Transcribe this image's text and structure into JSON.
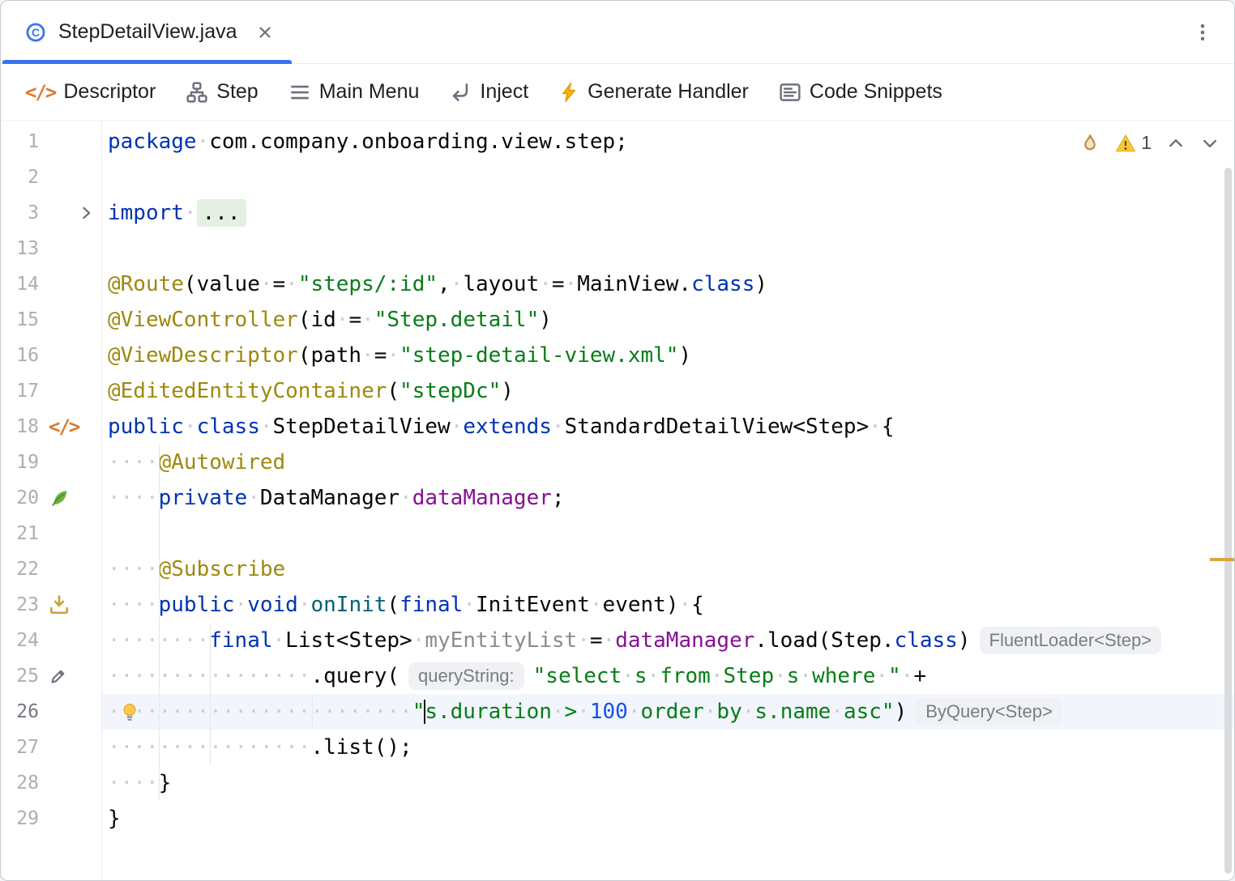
{
  "colors": {
    "accent": "#3574F0",
    "warning_stripe": "#D9A53F",
    "caret_line": "#F2F6FC"
  },
  "tab_bar": {
    "tab": {
      "icon": "java-class",
      "title": "StepDetailView.java",
      "close_icon": "close"
    },
    "more_icon": "kebab-menu"
  },
  "toolbar": {
    "items": [
      {
        "icon": "descriptor",
        "label": "Descriptor"
      },
      {
        "icon": "hierarchy",
        "label": "Step"
      },
      {
        "icon": "menu",
        "label": "Main Menu"
      },
      {
        "icon": "inject",
        "label": "Inject"
      },
      {
        "icon": "bolt",
        "label": "Generate Handler"
      },
      {
        "icon": "snippets",
        "label": "Code Snippets"
      }
    ]
  },
  "editor": {
    "controls": {
      "flame_icon": "flame",
      "warning_icon": "warning",
      "warning_count": "1",
      "prev_icon": "chevron-up",
      "next_icon": "chevron-down"
    },
    "lines": [
      {
        "n": "1",
        "seg": [
          [
            "k",
            "package"
          ],
          [
            "d",
            " com.company.onboarding.view.step;"
          ]
        ]
      },
      {
        "n": "2",
        "seg": []
      },
      {
        "n": "3",
        "g": "fold",
        "seg": [
          [
            "k",
            "import"
          ],
          [
            "d",
            " "
          ],
          [
            "fold",
            "..."
          ]
        ]
      },
      {
        "n": "13",
        "seg": []
      },
      {
        "n": "14",
        "seg": [
          [
            "a",
            "@Route"
          ],
          [
            "d",
            "(value = "
          ],
          [
            "s",
            "\"steps/:id\""
          ],
          [
            "d",
            ", layout = MainView."
          ],
          [
            "k",
            "class"
          ],
          [
            "d",
            ")"
          ]
        ]
      },
      {
        "n": "15",
        "seg": [
          [
            "a",
            "@ViewController"
          ],
          [
            "d",
            "(id = "
          ],
          [
            "s",
            "\"Step.detail\""
          ],
          [
            "d",
            ")"
          ]
        ]
      },
      {
        "n": "16",
        "seg": [
          [
            "a",
            "@ViewDescriptor"
          ],
          [
            "d",
            "(path = "
          ],
          [
            "s",
            "\"step-detail-view.xml\""
          ],
          [
            "d",
            ")"
          ]
        ]
      },
      {
        "n": "17",
        "seg": [
          [
            "a",
            "@EditedEntityContainer"
          ],
          [
            "d",
            "("
          ],
          [
            "s",
            "\"stepDc\""
          ],
          [
            "d",
            ")"
          ]
        ]
      },
      {
        "n": "18",
        "g": "descriptor",
        "seg": [
          [
            "k",
            "public"
          ],
          [
            "d",
            " "
          ],
          [
            "k",
            "class"
          ],
          [
            "d",
            " StepDetailView "
          ],
          [
            "k",
            "extends"
          ],
          [
            "d",
            " StandardDetailView<Step> {"
          ]
        ]
      },
      {
        "n": "19",
        "seg": [
          [
            "d",
            "    "
          ],
          [
            "a",
            "@Autowired"
          ]
        ]
      },
      {
        "n": "20",
        "g": "leaf",
        "seg": [
          [
            "d",
            "    "
          ],
          [
            "k",
            "private"
          ],
          [
            "d",
            " DataManager "
          ],
          [
            "f",
            "dataManager"
          ],
          [
            "d",
            ";"
          ]
        ]
      },
      {
        "n": "21",
        "seg": []
      },
      {
        "n": "22",
        "seg": [
          [
            "d",
            "    "
          ],
          [
            "a",
            "@Subscribe"
          ]
        ]
      },
      {
        "n": "23",
        "g": "subscribe",
        "seg": [
          [
            "d",
            "    "
          ],
          [
            "k",
            "public"
          ],
          [
            "d",
            " "
          ],
          [
            "k",
            "void"
          ],
          [
            "d",
            " "
          ],
          [
            "m",
            "onInit"
          ],
          [
            "d",
            "("
          ],
          [
            "k",
            "final"
          ],
          [
            "d",
            " InitEvent event) {"
          ]
        ]
      },
      {
        "n": "24",
        "seg": [
          [
            "d",
            "        "
          ],
          [
            "k",
            "final"
          ],
          [
            "d",
            " List<Step> "
          ],
          [
            "u",
            "myEntityList"
          ],
          [
            "d",
            " = "
          ],
          [
            "f",
            "dataManager"
          ],
          [
            "d",
            ".load(Step."
          ],
          [
            "k",
            "class"
          ],
          [
            "d",
            ")"
          ],
          [
            "hint",
            "FluentLoader<Step>"
          ]
        ]
      },
      {
        "n": "25",
        "g": "pencil",
        "seg": [
          [
            "d",
            "                .query("
          ],
          [
            "hint",
            "queryString:"
          ],
          [
            "s",
            "\"select s from Step s where \""
          ],
          [
            "d",
            " +"
          ]
        ]
      },
      {
        "n": "26",
        "cur": true,
        "bulb": true,
        "seg": [
          [
            "d",
            "                        "
          ],
          [
            "s",
            "\""
          ],
          [
            "caret",
            ""
          ],
          [
            "s",
            "s.duration > "
          ],
          [
            "num",
            "100"
          ],
          [
            "s",
            " order by s.name asc\""
          ],
          [
            "d",
            ")"
          ],
          [
            "hint",
            "ByQuery<Step>"
          ]
        ]
      },
      {
        "n": "27",
        "seg": [
          [
            "d",
            "                .list();"
          ]
        ]
      },
      {
        "n": "28",
        "seg": [
          [
            "d",
            "    }"
          ]
        ]
      },
      {
        "n": "29",
        "seg": [
          [
            "d",
            "}"
          ]
        ]
      }
    ]
  }
}
